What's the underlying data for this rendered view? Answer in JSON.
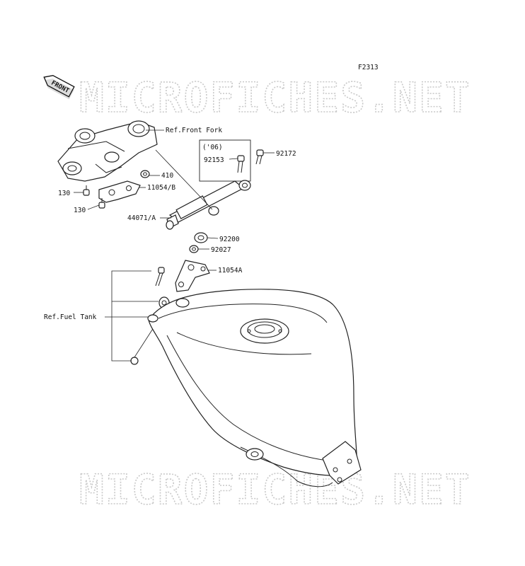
{
  "figure_code": "F2313",
  "front_badge": "FRONT",
  "watermark": "MICROFICHES.NET",
  "variant_note": "('06)",
  "labels": {
    "ref_front_fork": "Ref.Front Fork",
    "p410": "410",
    "p11054b": "11054/B",
    "p130_a": "130",
    "p130_b": "130",
    "p92153": "92153",
    "p92172": "92172",
    "p44071a": "44071/A",
    "p92200": "92200",
    "p92027": "92027",
    "p11054a": "11054A",
    "ref_fuel_tank": "Ref.Fuel Tank"
  }
}
